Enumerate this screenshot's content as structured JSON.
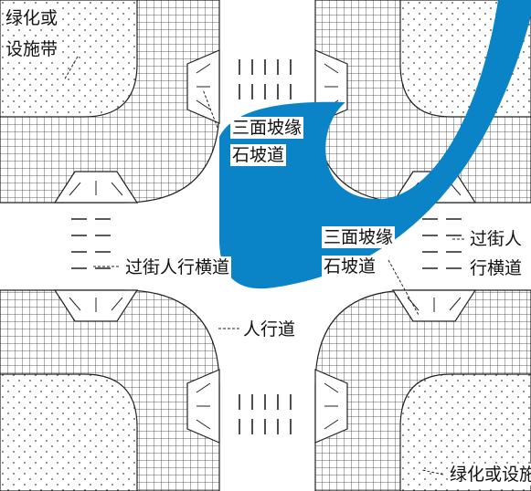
{
  "labels": {
    "green_belt_top_line1": "绿化或",
    "green_belt_top_line2": "设施带",
    "curb_ramp_1_line1": "三面坡缘",
    "curb_ramp_1_line2": "石坡道",
    "curb_ramp_2_line1": "三面坡缘",
    "curb_ramp_2_line2": "石坡道",
    "crosswalk_left": "过街人行横道",
    "crosswalk_right_line1": "过街人",
    "crosswalk_right_line2": "行横道",
    "sidewalk": "人行道",
    "green_belt_bottom": "绿化或设施"
  },
  "colors": {
    "ribbon": "#0a84c6",
    "line": "#222222",
    "paper": "#ffffff"
  }
}
